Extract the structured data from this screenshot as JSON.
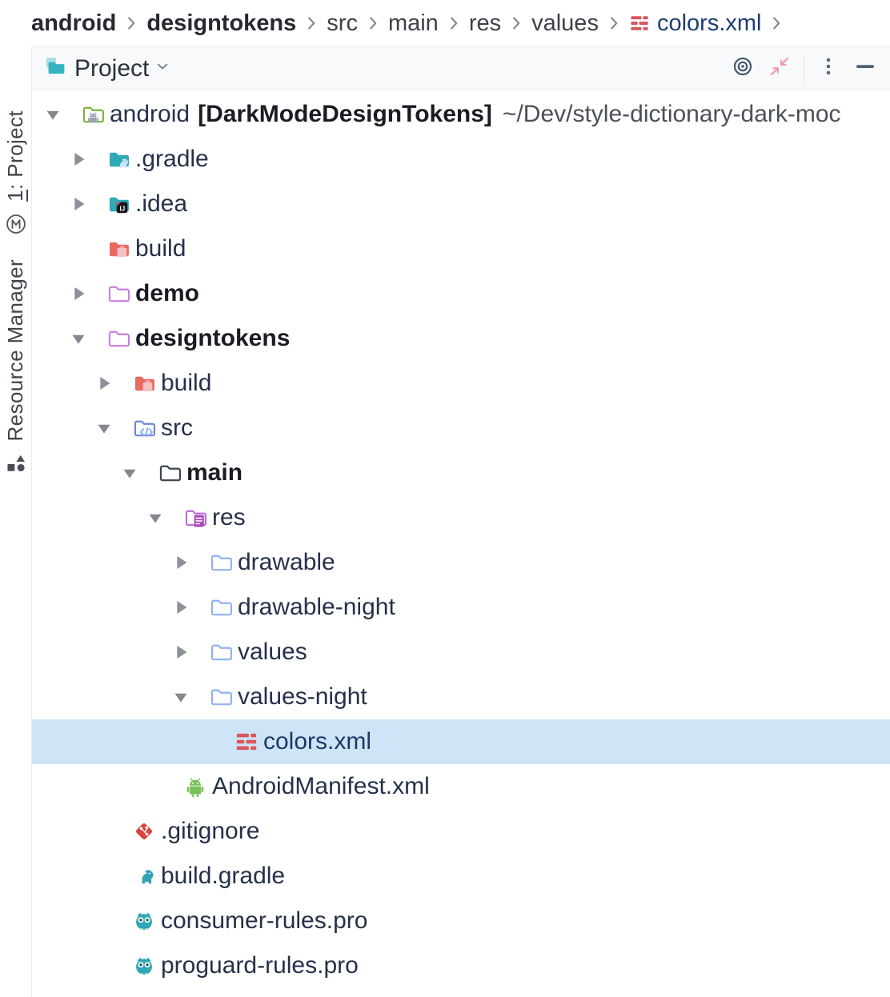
{
  "breadcrumb": {
    "items": [
      {
        "label": "android",
        "bold": true
      },
      {
        "label": "designtokens",
        "bold": true
      },
      {
        "label": "src",
        "bold": false
      },
      {
        "label": "main",
        "bold": false
      },
      {
        "label": "res",
        "bold": false
      },
      {
        "label": "values",
        "bold": false
      },
      {
        "label": "colors.xml",
        "bold": false,
        "file": true,
        "icon": "values-xml-file"
      }
    ]
  },
  "stripe": {
    "project_num": "1",
    "project_rest": ": Project",
    "resource_manager_label": "Resource Manager"
  },
  "header": {
    "title": "Project",
    "icons": [
      "project-folder",
      "chevron-down",
      "locate-target",
      "collapse",
      "more-options",
      "minimize"
    ]
  },
  "tree": {
    "rows": [
      {
        "level": 0,
        "chevron": "down",
        "icon": "android-module-folder",
        "label": "android",
        "bracket": "[DarkModeDesignTokens]",
        "path": "~/Dev/style-dictionary-dark-moc",
        "bold": false,
        "selected": false
      },
      {
        "level": 1,
        "chevron": "right",
        "icon": "gradle-folder",
        "label": ".gradle",
        "bold": false,
        "selected": false
      },
      {
        "level": 1,
        "chevron": "right",
        "icon": "idea-folder",
        "label": ".idea",
        "bold": false,
        "selected": false
      },
      {
        "level": 1,
        "chevron": null,
        "icon": "build-excluded-folder",
        "label": "build",
        "bold": false,
        "selected": false
      },
      {
        "level": 1,
        "chevron": "right",
        "icon": "module-folder",
        "label": "demo",
        "bold": true,
        "selected": false
      },
      {
        "level": 1,
        "chevron": "down",
        "icon": "module-folder",
        "label": "designtokens",
        "bold": true,
        "selected": false
      },
      {
        "level": 2,
        "chevron": "right",
        "icon": "build-excluded-folder",
        "label": "build",
        "bold": false,
        "selected": false
      },
      {
        "level": 2,
        "chevron": "down",
        "icon": "source-folder",
        "label": "src",
        "bold": false,
        "selected": false
      },
      {
        "level": 3,
        "chevron": "down",
        "icon": "folder-plain",
        "label": "main",
        "bold": true,
        "selected": false
      },
      {
        "level": 4,
        "chevron": "down",
        "icon": "res-folder",
        "label": "res",
        "bold": false,
        "selected": false
      },
      {
        "level": 5,
        "chevron": "right",
        "icon": "resource-folder",
        "label": "drawable",
        "bold": false,
        "selected": false
      },
      {
        "level": 5,
        "chevron": "right",
        "icon": "resource-folder",
        "label": "drawable-night",
        "bold": false,
        "selected": false
      },
      {
        "level": 5,
        "chevron": "right",
        "icon": "resource-folder",
        "label": "values",
        "bold": false,
        "selected": false
      },
      {
        "level": 5,
        "chevron": "down",
        "icon": "resource-folder",
        "label": "values-night",
        "bold": false,
        "selected": false
      },
      {
        "level": 6,
        "chevron": null,
        "icon": "values-xml-file",
        "label": "colors.xml",
        "bold": false,
        "selected": true
      },
      {
        "level": 4,
        "chevron": null,
        "icon": "android-manifest-file",
        "label": "AndroidManifest.xml",
        "bold": false,
        "selected": false
      },
      {
        "level": 2,
        "chevron": null,
        "icon": "git-file",
        "label": ".gitignore",
        "bold": false,
        "selected": false
      },
      {
        "level": 2,
        "chevron": null,
        "icon": "gradle-file",
        "label": "build.gradle",
        "bold": false,
        "selected": false
      },
      {
        "level": 2,
        "chevron": null,
        "icon": "proguard-file",
        "label": "consumer-rules.pro",
        "bold": false,
        "selected": false
      },
      {
        "level": 2,
        "chevron": null,
        "icon": "proguard-file",
        "label": "proguard-rules.pro",
        "bold": false,
        "selected": false
      }
    ]
  },
  "colors": {
    "selection_bg": "#cee5f8",
    "values_xml_red": "#d9565e",
    "teal_folder": "#2fa9b7",
    "android_green_outline": "#7cb342",
    "manifest_green": "#77c159",
    "build_red": "#e96a60",
    "module_violet": "#c87fe3",
    "source_blue": "#6f86d8",
    "resource_blue": "#8fb1f2",
    "res_purple": "#bb6bd9",
    "git_red": "#d64540",
    "collapse_pink": "#ee9aa4",
    "header_icon_slate": "#45576d",
    "selected_text": "#1d3a66"
  }
}
